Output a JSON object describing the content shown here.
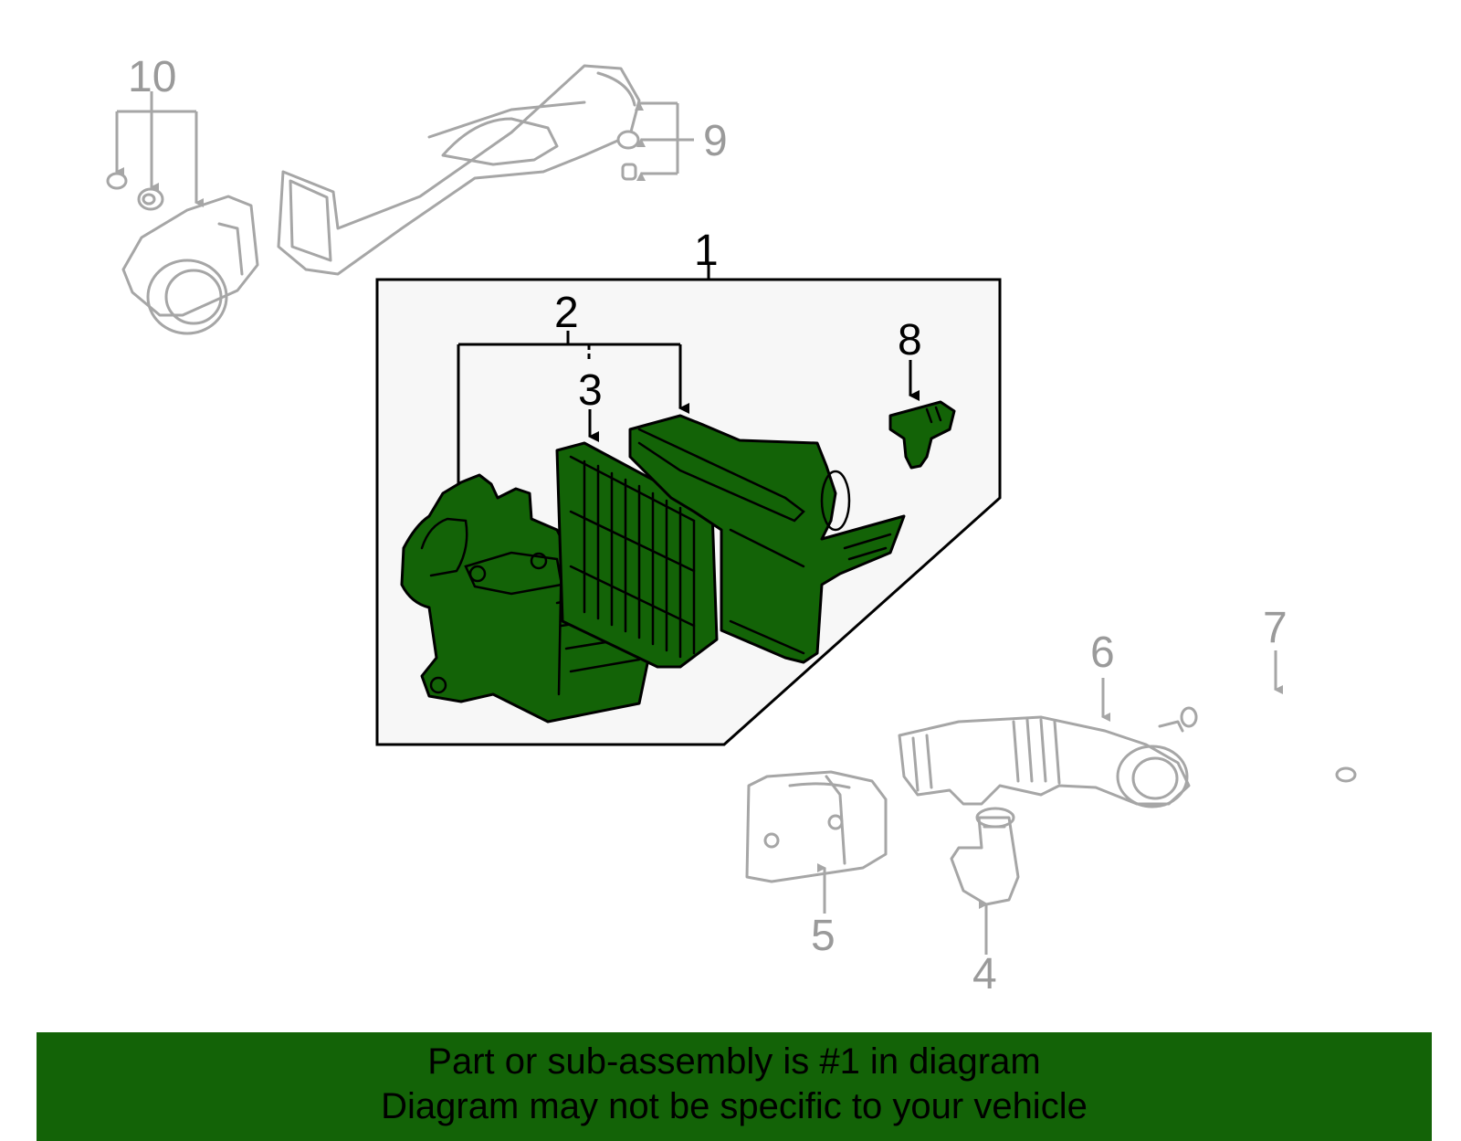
{
  "callouts": {
    "c1": "1",
    "c2": "2",
    "c3": "3",
    "c4": "4",
    "c5": "5",
    "c6": "6",
    "c7": "7",
    "c8": "8",
    "c9": "9",
    "c10": "10"
  },
  "banner": {
    "line1": "Part or sub-assembly is #1 in diagram",
    "line2": "Diagram may not be specific to your vehicle"
  },
  "colors": {
    "highlight_green": "#136307",
    "ghost_gray": "#a6a6a6",
    "panel_fill": "#f7f7f7"
  }
}
